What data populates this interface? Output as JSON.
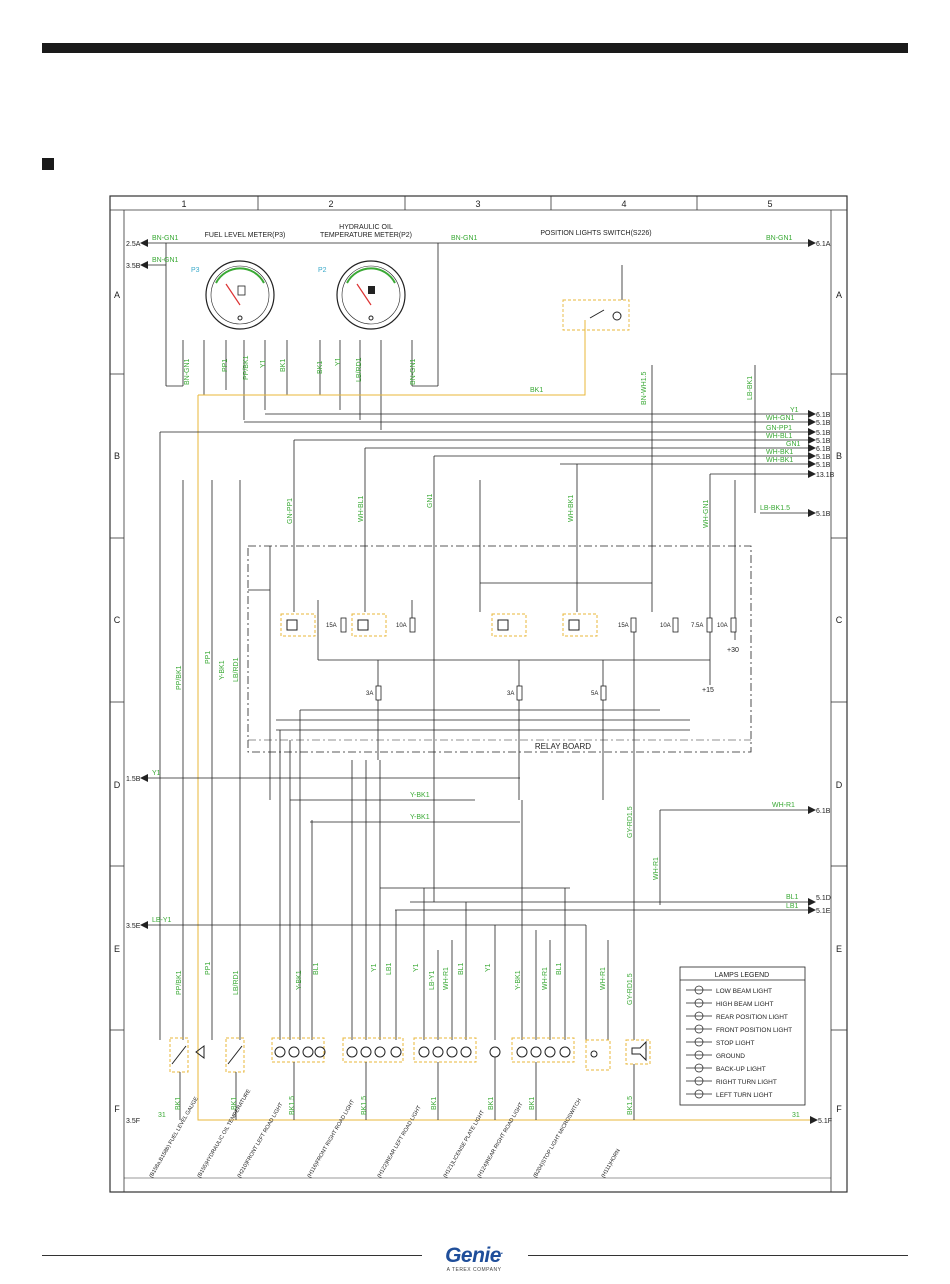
{
  "header": {
    "bar": "black"
  },
  "columns": [
    "1",
    "2",
    "3",
    "4",
    "5"
  ],
  "rows": [
    "A",
    "B",
    "C",
    "D",
    "E",
    "F"
  ],
  "titles": {
    "fuel": "FUEL LEVEL METER(P3)",
    "hyd1": "HYDRAULIC OIL",
    "hyd2": "TEMPERATURE METER(P2)",
    "pos": "POSITION LIGHTS SWITCH(S226)",
    "relay": "RELAY BOARD"
  },
  "gauges": {
    "p3": "P3",
    "p2": "P2"
  },
  "refs": {
    "r25a": "2.5A",
    "r35b": "3.5B",
    "r15b": "1.5B",
    "r35e": "3.5E",
    "r35f": "3.5F",
    "r61a": "6.1A",
    "r61b": "6.1B",
    "r51b": "5.1B",
    "r131b": "13.1B",
    "r51d": "5.1D",
    "r51e": "5.1E",
    "r51f": "5.1F"
  },
  "wires": {
    "bngn1": "BN-GN1",
    "bk1": "BK1",
    "y1": "Y1",
    "gnpp1": "GN-PP1",
    "whbl1": "WH-BL1",
    "whgn1": "WH-GN1",
    "gnpp": "GN-PP1",
    "gn1": "GN1",
    "whbk1": "WH-BK1",
    "lbbk15": "LB-BK1.5",
    "lbbk1": "LB-BK1",
    "ppbk1": "PP/BK1",
    "pp1": "PP1",
    "yb1": "Y-BK1",
    "lbrd1": "LB/RD1",
    "whr1": "WH-R1",
    "bl1": "BL1",
    "lb1": "LB1",
    "lby1": "LB-Y1",
    "w31": "31",
    "bnwh15": "BN-WH1.5",
    "gyrd15": "GY-RD1.5",
    "bk15": "BK1.5"
  },
  "fuses": {
    "f4": "15A",
    "f5": "10A",
    "f12": "10A",
    "f10": "7.5A",
    "f11": "10A",
    "f1": "3A",
    "f2": "3A",
    "f3": "5A"
  },
  "supply": {
    "p15": "+15",
    "p30": "+30"
  },
  "loads": {
    "fuel_gauge": "(B158a,B158b) FUEL LEVEL GAUGE",
    "hyd_temp": "(B155)HYDRAULIC OIL TEMPERATURE",
    "h210": "(H210)FRONT LEFT ROAD LIGHT",
    "h116": "(H116)FRONT RIGHT ROAD LIGHT",
    "h122": "(H122)REAR LEFT ROAD LIGHT",
    "h121": "(H121)LICENSE PLATE LIGHT",
    "h124": "(H124)REAR RIGHT ROAD LIGHT",
    "b204": "(B204)STOP LIGHT MICROSWITCH",
    "h111": "(H111)HORN"
  },
  "legend": {
    "title": "LAMPS LEGEND",
    "items": [
      "LOW BEAM LIGHT",
      "HIGH BEAM LIGHT",
      "REAR POSITION LIGHT",
      "FRONT POSITION LIGHT",
      "STOP LIGHT",
      "GROUND",
      "BACK-UP LIGHT",
      "RIGHT TURN LIGHT",
      "LEFT TURN LIGHT"
    ]
  },
  "footer": {
    "brand": "Genie",
    "tagline": "A TEREX COMPANY"
  },
  "colors": {
    "wire": "#222222",
    "green_label": "#3aa935",
    "cyan_label": "#39a9c9",
    "yellow_wire": "#e8b73a",
    "frame": "#333333",
    "brand": "#1f4e9a"
  }
}
